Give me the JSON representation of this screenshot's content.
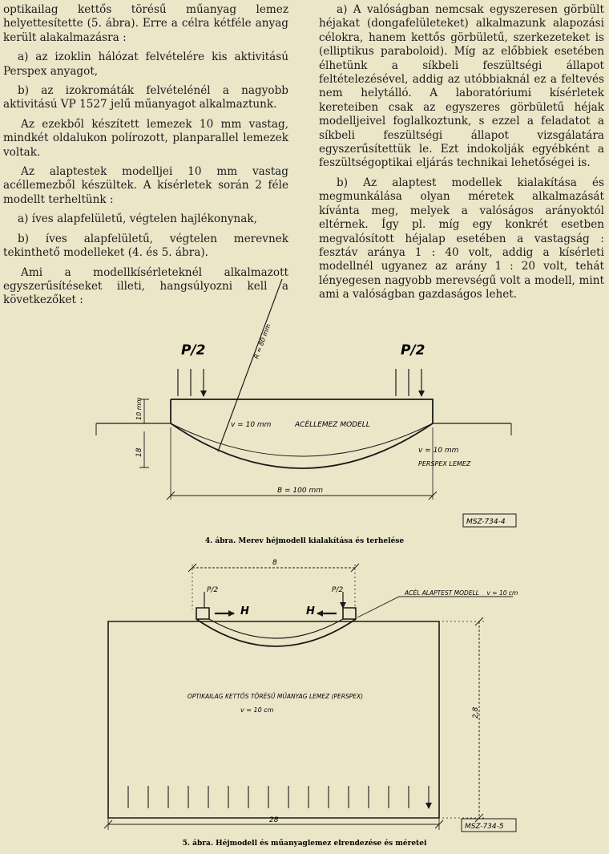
{
  "left": {
    "p1": "optikailag kettős törésű műanyag lemez helyettesítette (5. ábra). Erre a célra kétféle anyag került alakalmazásra :",
    "p2": "a) az izoklin hálózat felvételére kis aktivitású Perspex anyagot,",
    "p3": "b) az izokromáták felvételénél a nagyobb aktivitású VP 1527 jelű műanyagot alkalmaztunk.",
    "p4": "Az ezekből készített lemezek 10 mm vastag, mindkét oldalukon polírozott, planparallel lemezek voltak.",
    "p5": "Az alaptestek modelljei 10 mm vastag acéllemezből készültek. A kísérletek során 2 féle modellt terheltünk :",
    "p6": "a) íves alapfelületű, végtelen hajlékonynak,",
    "p7": "b) íves alapfelületű, végtelen merevnek tekinthető modelleket (4. és 5. ábra).",
    "p8": "Ami a modellkísérleteknél alkalmazott egyszerűsítéseket illeti, hangsúlyozni kell a következőket :"
  },
  "right": {
    "p1": "a) A valóságban nemcsak egyszeresen görbült héjakat (dongafelületeket) alkalmazunk alapozási célokra, hanem kettős görbületű, szerkezeteket is (elliptikus paraboloid). Míg az előbbiek esetében élhetünk a síkbeli feszültségi állapot feltételezésével, addig az utóbbiaknál ez a feltevés nem helytálló. A laboratóriumi kísérletek kereteiben csak az egyszeres görbületű héjak modelljeivel foglalkoztunk, s ezzel a feladatot a síkbeli feszültségi állapot vizsgálatára egyszerűsítettük le. Ezt indokolják egyébként a feszültségoptikai eljárás technikai lehetőségei is.",
    "p2": "b) Az alaptest modellek kialakítása és megmunkálása olyan méretek alkalmazását kívánta meg, melyek a valóságos arányoktól eltérnek. Így pl. míg egy konkrét esetben megvalósított héjalap esetében a vastagság : fesztáv aránya 1 : 40 volt, addig a kísérleti modellnél ugyanez az arány 1 : 20 volt, tehát lényegesen nagyobb merevségű volt a modell, mint ami a valóságban gazdaságos lehet."
  },
  "fig4": {
    "load_left": "P/2",
    "load_right": "P/2",
    "radius": "R = 80 mm",
    "thickness_side": "10 mm",
    "height": "18",
    "v_model": "v = 10 mm",
    "model_label": "ACÉLLEMEZ MODELL",
    "v_plate": "v = 10 mm",
    "plate_label": "PERSPEX LEMEZ",
    "width": "B = 100 mm",
    "code": "MSZ-734-4",
    "caption": "4. ábra. Merev héjmodell kialakítása és terhelése"
  },
  "fig5": {
    "dim_top": "8",
    "load_left": "P/2",
    "load_right": "P/2",
    "h_left": "H",
    "h_right": "H",
    "callout": "ACÉL ALAPTEST MODELL    v = 10 cm",
    "plate_label": "OPTIKAILAG KETTŐS TÖRÉSŰ MŰANYAG LEMEZ  (PERSPEX)",
    "v_plate": "v = 10 cm",
    "dim_height": "2,8",
    "dim_width": "28",
    "code": "MSZ-734-5",
    "caption": "5. ábra. Héjmodell és műanyaglemez elrendezése és méretei"
  }
}
